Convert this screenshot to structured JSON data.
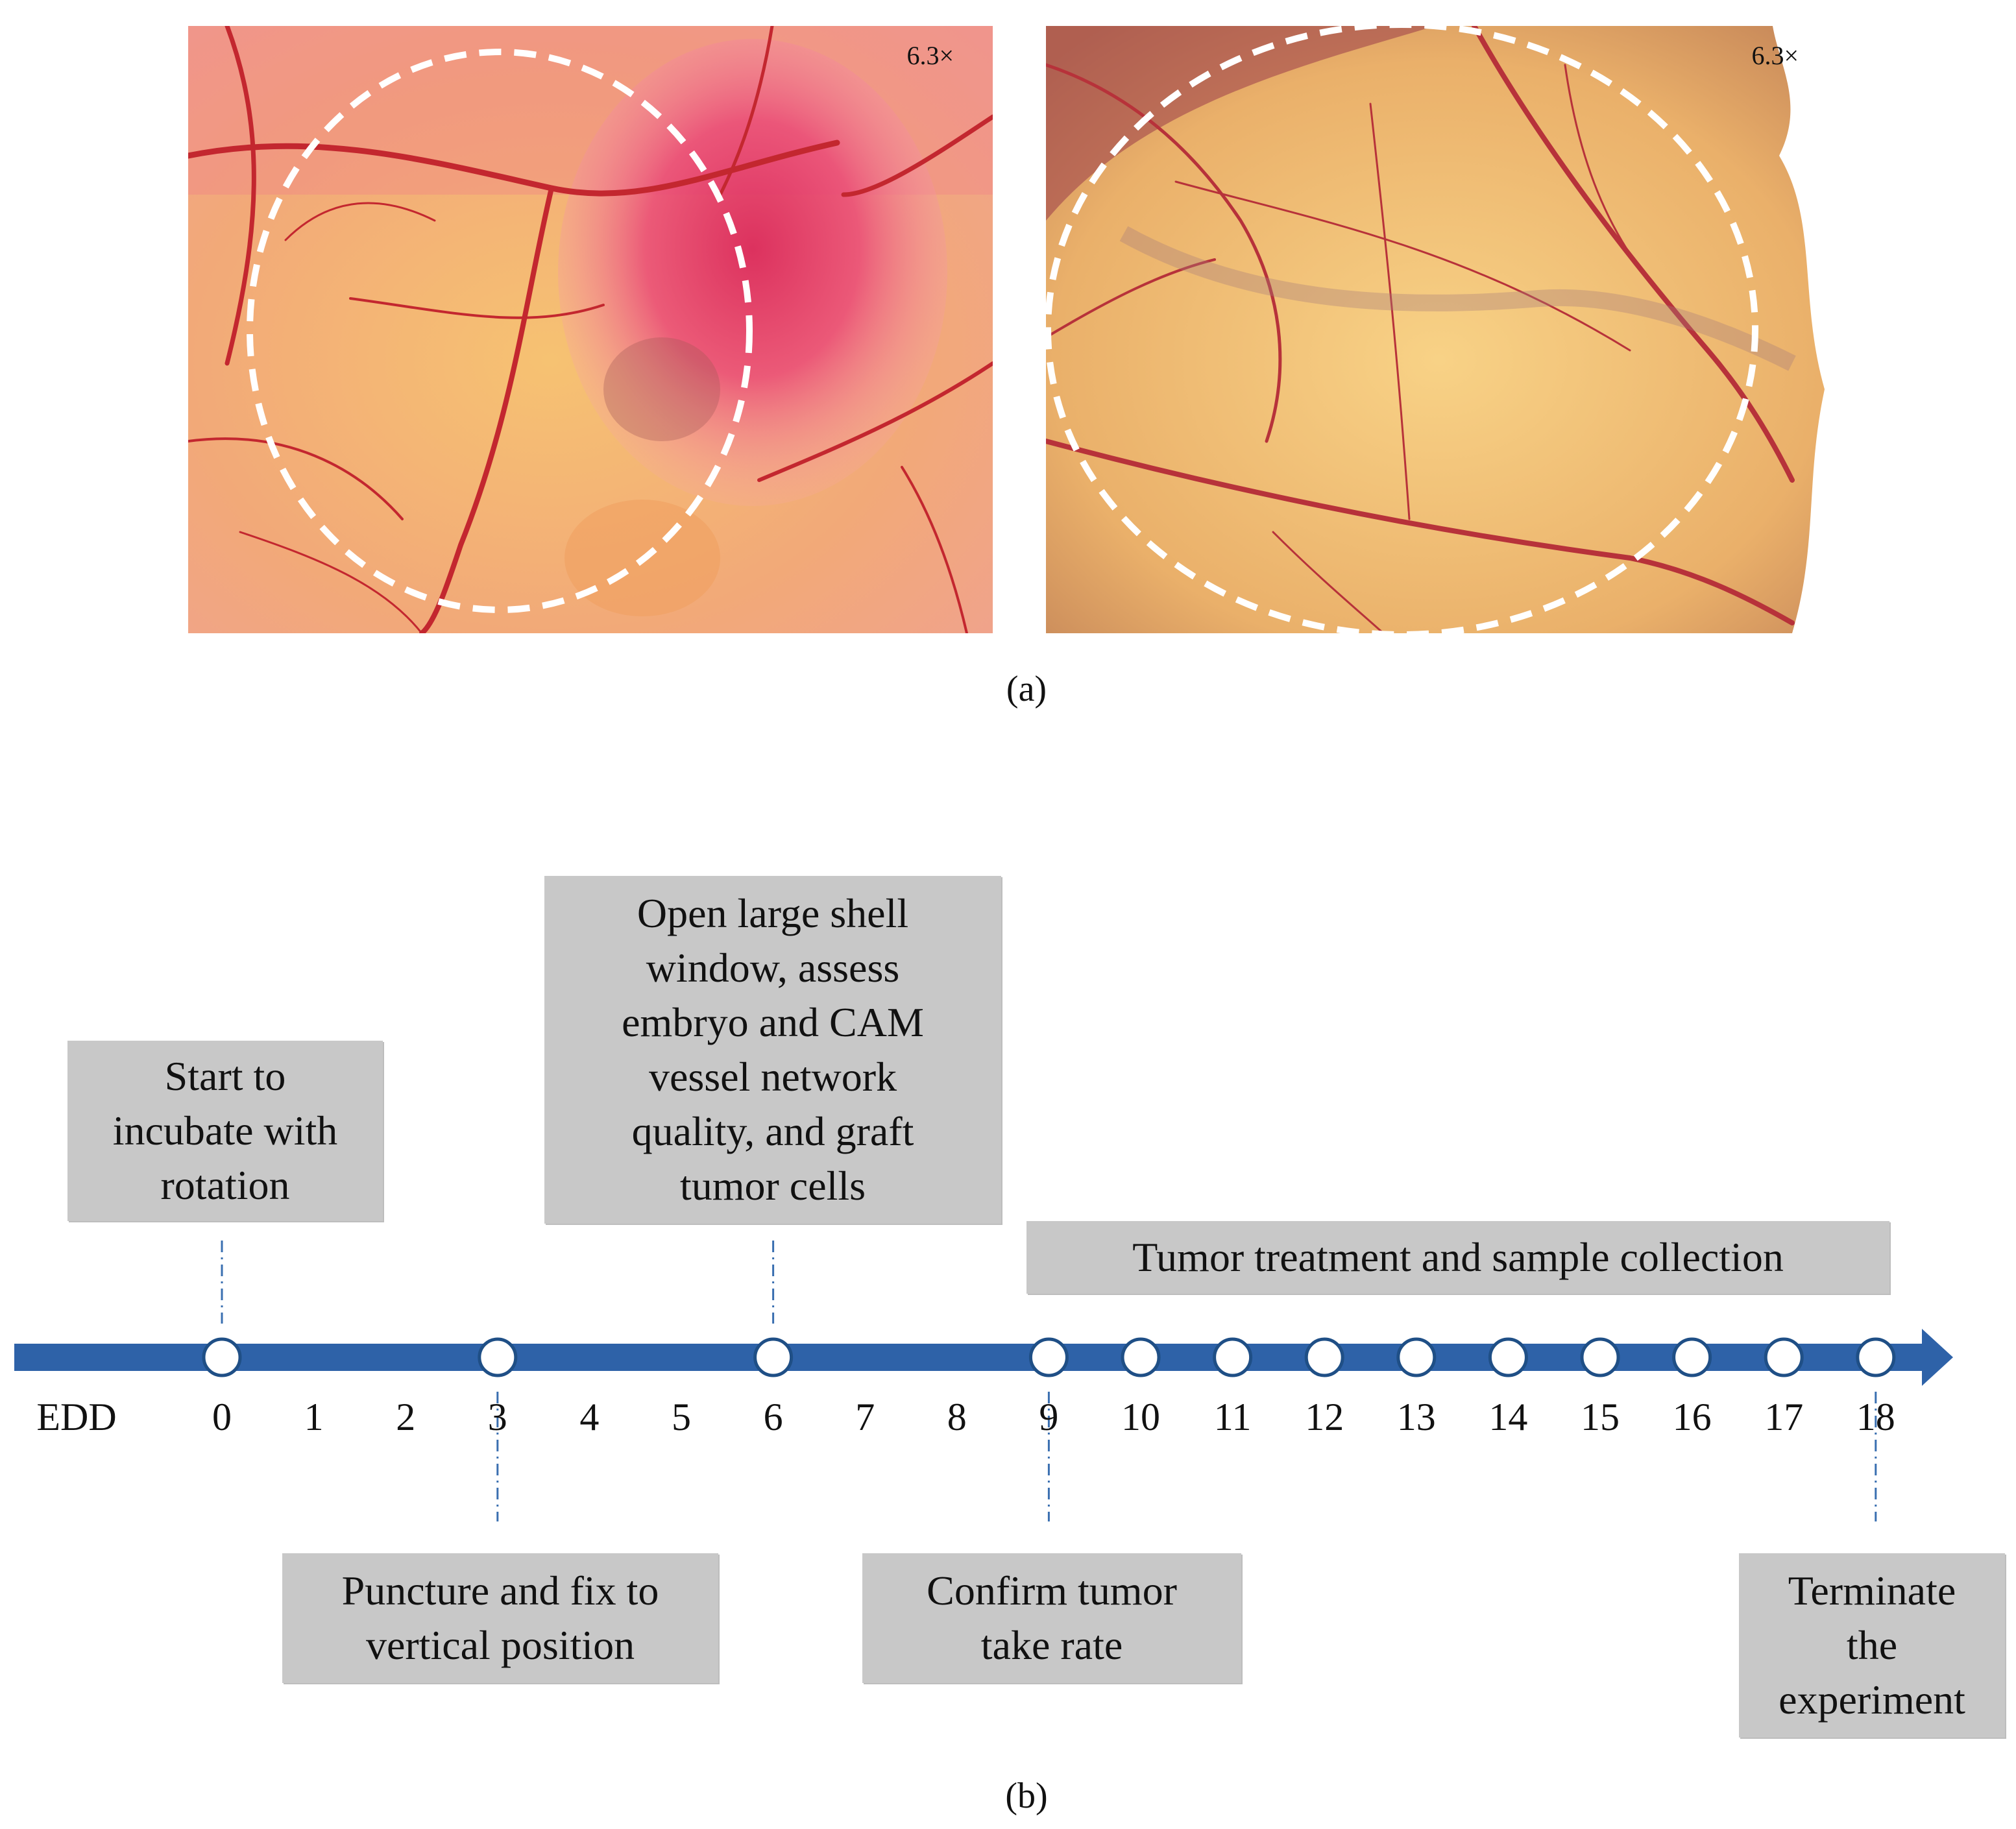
{
  "panel_a": {
    "label": "(a)",
    "photos": [
      {
        "magnification": "6.3×",
        "subject": "chick CAM with tumor graft (pink mass)"
      },
      {
        "magnification": "6.3×",
        "subject": "chick CAM vessel network"
      }
    ]
  },
  "panel_b": {
    "label": "(b)",
    "axis_label": "EDD",
    "days": [
      "0",
      "1",
      "2",
      "3",
      "4",
      "5",
      "6",
      "7",
      "8",
      "9",
      "10",
      "11",
      "12",
      "13",
      "14",
      "15",
      "16",
      "17",
      "18"
    ],
    "marked_days": [
      0,
      3,
      6,
      9,
      10,
      11,
      12,
      13,
      14,
      15,
      16,
      17,
      18
    ],
    "events": [
      {
        "day": "0",
        "text": "Start to\nincubate with\nrotation"
      },
      {
        "day": "3",
        "text": "Puncture and fix to\nvertical position"
      },
      {
        "day": "6",
        "text": "Open large shell\nwindow, assess\nembryo and CAM\nvessel network\nquality, and graft\ntumor cells"
      },
      {
        "day": "9",
        "text": "Confirm tumor\ntake rate"
      },
      {
        "day": "18",
        "text": "Terminate\nthe\nexperiment"
      },
      {
        "day": "9-18",
        "text": "Tumor treatment and sample collection"
      }
    ],
    "colors": {
      "axis": "#2e62a8",
      "marker_stroke": "#1f4f86",
      "box_fill": "#c8c8c8",
      "connector": "#3a6fb0"
    }
  }
}
